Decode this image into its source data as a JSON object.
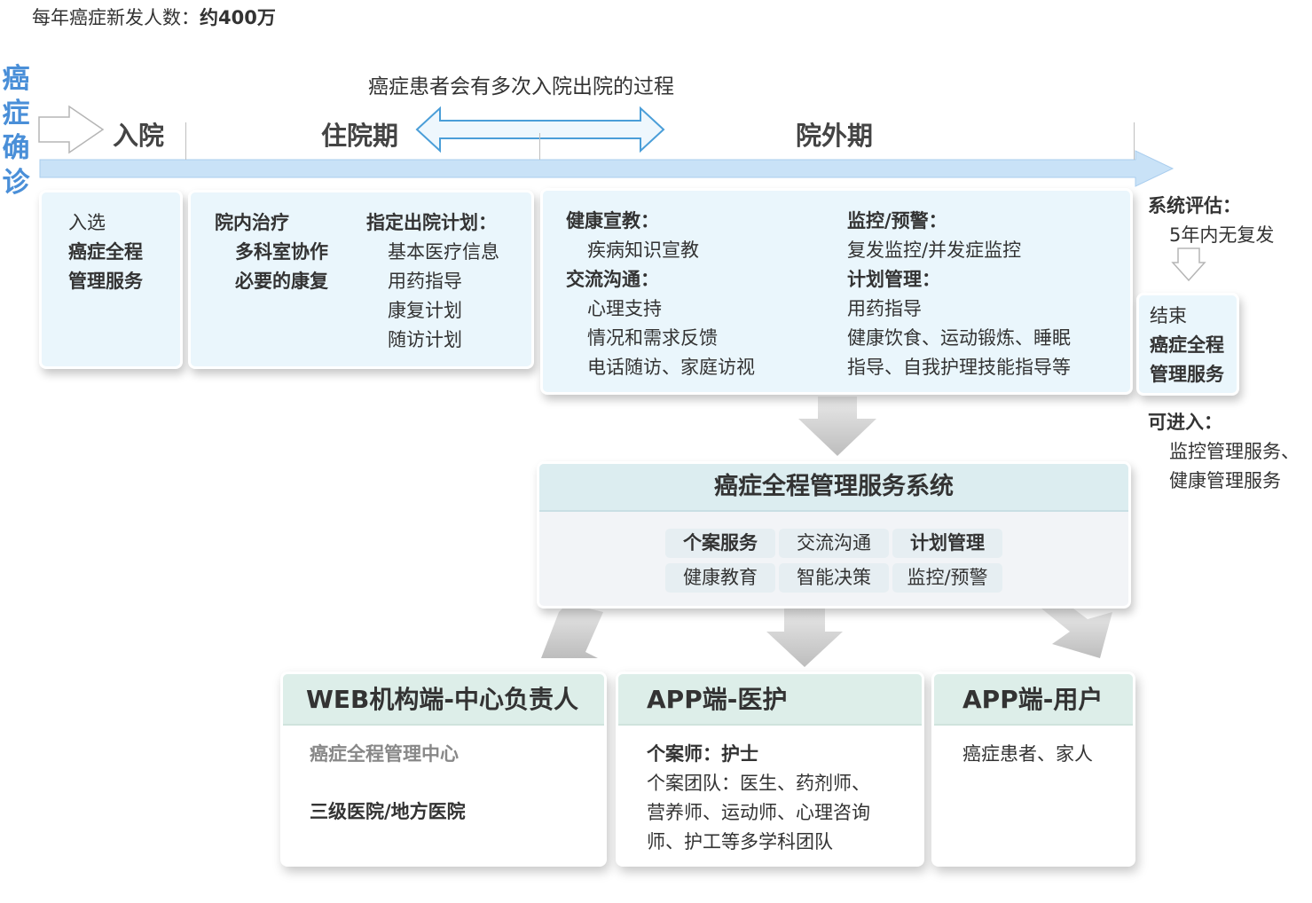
{
  "top_note": {
    "label": "每年癌症新发人数：",
    "value": "约400万"
  },
  "diagnosis": [
    "癌",
    "症",
    "确",
    "诊"
  ],
  "phases": {
    "admission": "入院",
    "inpatient": "住院期",
    "outpatient": "院外期",
    "process_label": "癌症患者会有多次入院出院的过程"
  },
  "admission_card": {
    "line1": "入选",
    "line2": "癌症全程",
    "line3": "管理服务"
  },
  "inpatient_card": {
    "left": [
      "院内治疗",
      "多科室协作",
      "必要的康复"
    ],
    "plan_title": "指定出院计划：",
    "plan_items": [
      "基本医疗信息",
      "用药指导",
      "康复计划",
      "随访计划"
    ]
  },
  "outpatient_card": {
    "edu_title": "健康宣教：",
    "edu_items": [
      "疾病知识宣教"
    ],
    "comm_title": "交流沟通：",
    "comm_items": [
      "心理支持",
      "情况和需求反馈",
      "电话随访、家庭访视"
    ],
    "monitor_title": "监控/预警：",
    "monitor_items": [
      "复发监控/并发症监控"
    ],
    "plan_title": "计划管理：",
    "plan_items": [
      "用药指导",
      "健康饮食、运动锻炼、睡眠",
      "指导、自我护理技能指导等"
    ]
  },
  "evaluation": {
    "title": "系统评估：",
    "text": "5年内无复发"
  },
  "end_card": {
    "line1": "结束",
    "line2": "癌症全程",
    "line3": "管理服务"
  },
  "enter": {
    "title": "可进入：",
    "lines": [
      "监控管理服务、",
      "健康管理服务"
    ]
  },
  "system": {
    "title": "癌症全程管理服务系统",
    "chips": [
      {
        "label": "个案服务",
        "bold": true
      },
      {
        "label": "交流沟通",
        "bold": false
      },
      {
        "label": "计划管理",
        "bold": true
      },
      {
        "label": "健康教育",
        "bold": false
      },
      {
        "label": "智能决策",
        "bold": false
      },
      {
        "label": "监控/预警",
        "bold": false
      }
    ]
  },
  "clients": {
    "web": {
      "title": "WEB机构端-中心负责人",
      "line1": "癌症全程管理中心",
      "line2": "三级医院/地方医院"
    },
    "app_medical": {
      "title": "APP端-医护",
      "line1": "个案师：护士",
      "lines": [
        "个案团队：医生、药剂师、",
        "营养师、运动师、心理咨询",
        "师、护工等多学科团队"
      ]
    },
    "app_user": {
      "title": "APP端-用户",
      "line1": "癌症患者、家人"
    }
  },
  "colors": {
    "accent_blue": "#4a8fd8",
    "timeline": "#c9e2f7",
    "card_bg": "#eaf6fc",
    "header_green": "#ddeee9"
  }
}
